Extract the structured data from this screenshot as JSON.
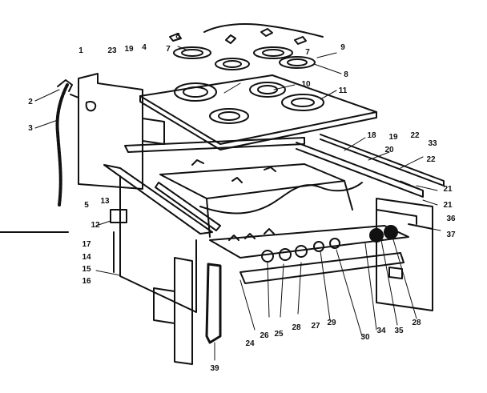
{
  "ink": "#111111",
  "paper": "#ffffff",
  "callouts": [
    "1",
    "23",
    "19",
    "4",
    "8",
    "7",
    "9",
    "7",
    "8",
    "10",
    "11",
    "2",
    "3",
    "18",
    "19",
    "20",
    "22",
    "33",
    "22",
    "5",
    "13",
    "12",
    "21",
    "21",
    "36",
    "37",
    "17",
    "14",
    "15",
    "16",
    "24",
    "26",
    "25",
    "28",
    "27",
    "29",
    "30",
    "34",
    "35",
    "28",
    "39"
  ]
}
